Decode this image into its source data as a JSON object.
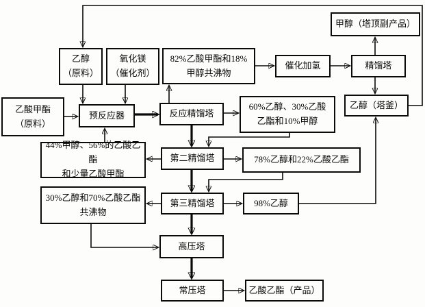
{
  "diagram": {
    "background_color": "#fdfdfc",
    "line_color": "#0a0a0a",
    "nodes": {
      "ethanol_feed": {
        "label": "乙醇\n（原料）"
      },
      "mgo_catalyst": {
        "label": "氧化镁\n（催化剂）"
      },
      "azeotrope82": {
        "label": "82%乙酸甲酯和18%\n甲醇共沸物"
      },
      "hydrogenation": {
        "label": "催化加氢"
      },
      "distillation_col": {
        "label": "精馏塔"
      },
      "methanol_byproduct": {
        "label": "甲醇（塔顶副产品）"
      },
      "methyl_acetate_feed": {
        "label": "乙酸甲酯\n（原料）"
      },
      "prereactor": {
        "label": "预反应器"
      },
      "reactive_distillation": {
        "label": "反应精馏塔"
      },
      "mix60": {
        "label": "60%乙醇、30%乙酸\n乙酯和10%甲醇"
      },
      "ethanol_bottoms": {
        "label": "乙醇（塔釜）"
      },
      "mix44": {
        "label": "44%甲醇、56%的乙酸乙酯\n和少量乙酸甲酯"
      },
      "col2": {
        "label": "第二精馏塔"
      },
      "mix78": {
        "label": "78%乙醇和22%乙酸乙酯"
      },
      "mix30": {
        "label": "30%乙醇和70%乙酸乙酯\n共沸物"
      },
      "col3": {
        "label": "第三精馏塔"
      },
      "eth98": {
        "label": "98%乙醇"
      },
      "hp_col": {
        "label": "高压塔"
      },
      "atm_col": {
        "label": "常压塔"
      },
      "ea_product": {
        "label": "乙酸乙酯（产品）"
      }
    },
    "edges": [
      {
        "from": "ethanol_bottoms",
        "to": "ethanol_feed",
        "style": "thin",
        "note": "recycle along top"
      },
      {
        "from": "ethanol_feed",
        "to": "prereactor",
        "style": "thin"
      },
      {
        "from": "mgo_catalyst",
        "to": "prereactor",
        "style": "thin"
      },
      {
        "from": "methyl_acetate_feed",
        "to": "prereactor",
        "style": "thin"
      },
      {
        "from": "mix44",
        "to": "prereactor",
        "style": "thin"
      },
      {
        "from": "prereactor",
        "to": "reactive_distillation",
        "style": "thick"
      },
      {
        "from": "reactive_distillation",
        "to": "azeotrope82",
        "style": "thin"
      },
      {
        "from": "azeotrope82",
        "to": "hydrogenation",
        "style": "thin"
      },
      {
        "from": "hydrogenation",
        "to": "distillation_col",
        "style": "thin"
      },
      {
        "from": "distillation_col",
        "to": "methanol_byproduct",
        "style": "thin"
      },
      {
        "from": "distillation_col",
        "to": "ethanol_bottoms",
        "style": "thin"
      },
      {
        "from": "reactive_distillation",
        "to": "mix60",
        "style": "thin"
      },
      {
        "from": "reactive_distillation",
        "to": "col2",
        "style": "thick"
      },
      {
        "from": "mix60",
        "to": "col2",
        "style": "thin"
      },
      {
        "from": "col2",
        "to": "mix44",
        "style": "thin"
      },
      {
        "from": "col2",
        "to": "mix78",
        "style": "thin"
      },
      {
        "from": "col2",
        "to": "col3",
        "style": "thick"
      },
      {
        "from": "mix78",
        "to": "col3",
        "style": "thin"
      },
      {
        "from": "col3",
        "to": "mix30",
        "style": "thin"
      },
      {
        "from": "col3",
        "to": "eth98",
        "style": "thin"
      },
      {
        "from": "eth98",
        "to": "ethanol_bottoms",
        "style": "thin"
      },
      {
        "from": "col3",
        "to": "hp_col",
        "style": "thick"
      },
      {
        "from": "mix30",
        "to": "hp_col",
        "style": "thin"
      },
      {
        "from": "hp_col",
        "to": "atm_col",
        "style": "thick"
      },
      {
        "from": "atm_col",
        "to": "ea_product",
        "style": "thin"
      }
    ]
  }
}
